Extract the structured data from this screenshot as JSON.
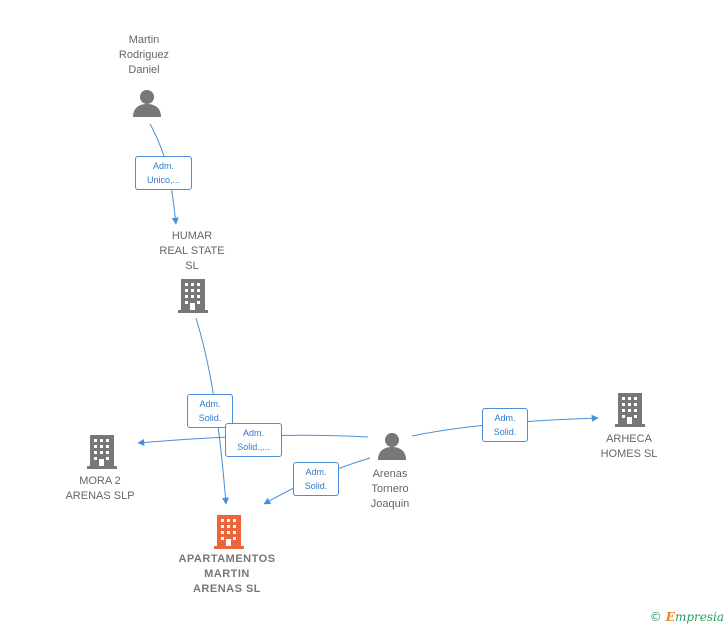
{
  "nodes": {
    "martin": {
      "lines": [
        "Martin",
        "Rodriguez",
        "Daniel"
      ],
      "icon": "person-icon"
    },
    "humar": {
      "lines": [
        "HUMAR",
        "REAL STATE",
        "SL"
      ],
      "icon": "building-icon"
    },
    "mora": {
      "lines": [
        "MORA 2",
        "ARENAS  SLP"
      ],
      "icon": "building-icon"
    },
    "arenas": {
      "lines": [
        "Arenas",
        "Tornero",
        "Joaquin"
      ],
      "icon": "person-icon"
    },
    "arheca": {
      "lines": [
        "ARHECA",
        "HOMES  SL"
      ],
      "icon": "building-icon"
    },
    "apartamentos": {
      "lines": [
        "APARTAMENTOS",
        "MARTIN",
        "ARENAS  SL"
      ],
      "icon": "building-icon",
      "highlight": "#f0643c"
    }
  },
  "edges": {
    "e1": {
      "lines": [
        "Adm.",
        "Unico,..."
      ]
    },
    "e2": {
      "lines": [
        "Adm.",
        "Solid."
      ]
    },
    "e3": {
      "lines": [
        "Adm.",
        "Solid.,..."
      ]
    },
    "e4": {
      "lines": [
        "Adm.",
        "Solid."
      ]
    },
    "e5": {
      "lines": [
        "Adm.",
        "Solid."
      ]
    }
  },
  "colors": {
    "edge": "#4a8ed8",
    "icon": "#777777",
    "highlight": "#f0643c"
  },
  "brand": {
    "copyright": "©",
    "name_initial": "E",
    "name_rest": "mpresia"
  }
}
